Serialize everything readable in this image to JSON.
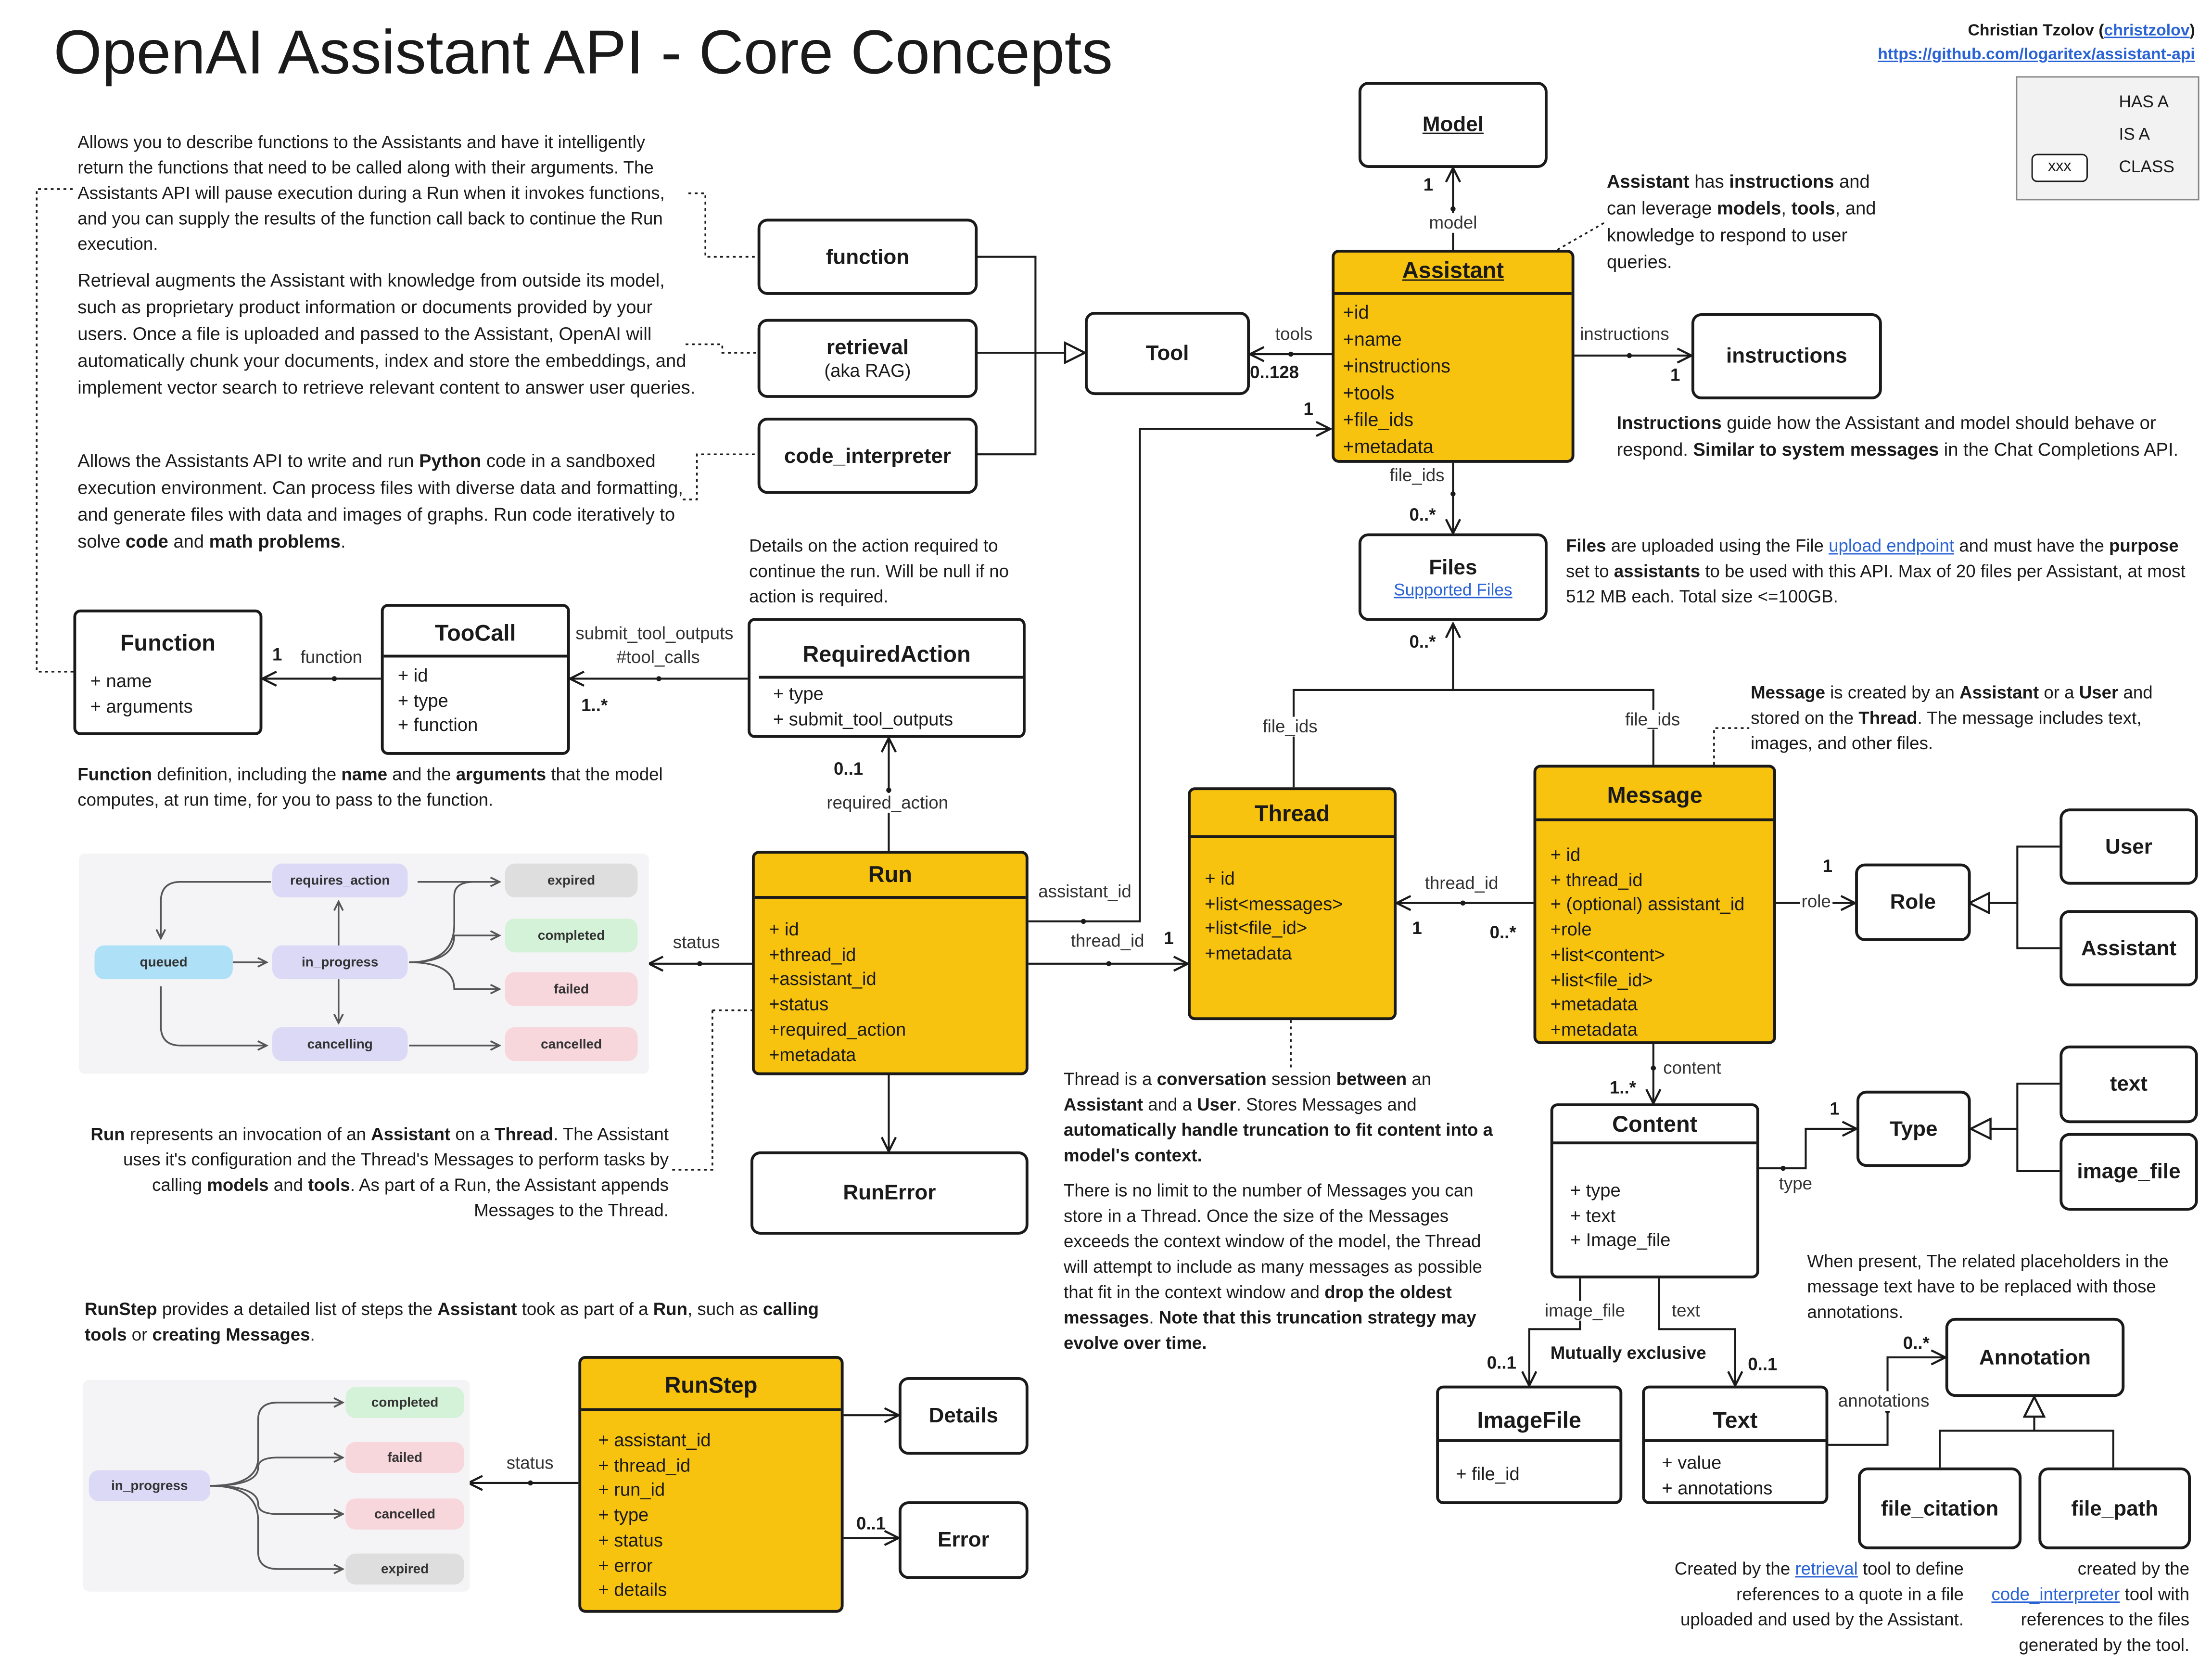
{
  "title": "OpenAI Assistant API - Core Concepts",
  "author": {
    "name": "Christian Tzolov",
    "handle": "christzolov",
    "url": "https://github.com/logaritex/assistant-api"
  },
  "legend": {
    "has_a": "HAS A",
    "is_a": "IS A",
    "class_sample": "xxx",
    "class": "CLASS"
  },
  "desc": {
    "function_tool": "Allows you to describe functions to the Assistants and have it intelligently return the functions that need to be called along with their arguments. The Assistants API will pause execution during a Run when it invokes functions, and you can supply the results of the function call back to continue the Run execution.",
    "retrieval": "Retrieval augments the Assistant with knowledge from outside its model, such as proprietary product information or documents provided by your users. Once a file is uploaded and passed to the Assistant, OpenAI will automatically chunk your documents, index and store the embeddings, and implement vector search to retrieve relevant content to answer user queries.",
    "code_interp_1": "Allows the Assistants API to write and run ",
    "code_interp_python": "Python",
    "code_interp_2": " code in a sandboxed execution environment. Can process files with diverse data and formatting, and generate files with data and images of graphs. Run code iteratively to solve ",
    "code_interp_code": "code",
    "code_interp_and": " and ",
    "code_interp_math": "math problems",
    "code_interp_end": ".",
    "function_def_b1": "Function",
    "function_def_1": " definition, including the ",
    "function_def_b2": "name",
    "function_def_2": " and the ",
    "function_def_b3": "arguments",
    "function_def_3": " that the model computes, at run time, for you to pass to the function.",
    "required_action": "Details on the action required to continue the run. Will be null if no action is required.",
    "assistant_b1": "Assistant",
    "assistant_1": " has ",
    "assistant_b2": "instructions",
    "assistant_2": " and can leverage ",
    "assistant_b3": "models",
    "assistant_3": ", ",
    "assistant_b4": "tools",
    "assistant_4": ", and knowledge to respond to user queries.",
    "instructions_b1": "Instructions",
    "instructions_1": " guide how the Assistant and model should behave or respond. ",
    "instructions_b2": "Similar to system messages",
    "instructions_2": " in the Chat Completions API.",
    "files_b1": "Files",
    "files_1": " are uploaded using the File ",
    "files_link": "upload endpoint",
    "files_2": " and must have the ",
    "files_b2": "purpose",
    "files_3": " set to ",
    "files_b3": "assistants",
    "files_4": " to be used with this API. Max of 20 files per Assistant, at most 512 MB each. Total size <=100GB.",
    "message_b1": "Message",
    "message_1": " is created by an ",
    "message_b2": "Assistant",
    "message_2": " or a ",
    "message_b3": "User",
    "message_3": " and stored on the ",
    "message_b4": "Thread",
    "message_4": ". The message includes text, images, and other files.",
    "run_b1": "Run",
    "run_1": " represents an invocation of an ",
    "run_b2": "Assistant",
    "run_2": " on a ",
    "run_b3": "Thread",
    "run_3": ". The Assistant uses it's configuration and the Thread's Messages to perform tasks by calling ",
    "run_b4": "models",
    "run_4": " and ",
    "run_b5": "tools",
    "run_5": ". As part of a Run, the Assistant appends Messages to the Thread.",
    "thread_1": "Thread is a ",
    "thread_b1": "conversation",
    "thread_2": " session ",
    "thread_b2": "between",
    "thread_3": " an ",
    "thread_b3": "Assistant",
    "thread_4": " and a ",
    "thread_b4": "User",
    "thread_5": ". Stores Messages and ",
    "thread_b5": "automatically handle truncation to fit content into a model's context.",
    "thread_limit_1": "There is no limit to the number of Messages you can store in a Thread. Once the size of the Messages exceeds the context window of the model, the Thread will attempt to include as many messages as possible that fit in the context window and ",
    "thread_limit_b1": "drop the oldest messages",
    "thread_limit_2": ". ",
    "thread_limit_b2": "Note that this truncation strategy may evolve over time.",
    "runstep_b1": "RunStep",
    "runstep_1": " provides a detailed list of steps the ",
    "runstep_b2": "Assistant",
    "runstep_2": " took as part of a ",
    "runstep_b3": "Run",
    "runstep_3": ", such as ",
    "runstep_b4": "calling tools",
    "runstep_4": " or ",
    "runstep_b5": "creating Messages",
    "runstep_5": ".",
    "annotation": "When present, The related placeholders in the message text have to be replaced with those annotations.",
    "file_citation_1": "Created by the ",
    "file_citation_link": "retrieval",
    "file_citation_2": " tool to define references to a quote in a file uploaded and used by the Assistant.",
    "file_path_1": "created by the ",
    "file_path_link": "code_interpreter",
    "file_path_2": " tool with references to the files generated by the tool."
  },
  "boxes": {
    "model": "Model",
    "function": "function",
    "retrieval": "retrieval",
    "retrieval_sub": "(aka RAG)",
    "code_interpreter": "code_interpreter",
    "tool": "Tool",
    "instructions": "instructions",
    "files": "Files",
    "files_link": "Supported Files",
    "run_error": "RunError",
    "user": "User",
    "assistant": "Assistant",
    "role": "Role",
    "text": "text",
    "image_file": "image_file",
    "type": "Type",
    "annotation": "Annotation",
    "file_citation": "file_citation",
    "file_path": "file_path",
    "details": "Details",
    "error": "Error"
  },
  "classes": {
    "assistant": {
      "name": "Assistant",
      "fields": [
        "+id",
        "+name",
        "+instructions",
        "+tools",
        "+file_ids",
        "+metadata"
      ]
    },
    "function": {
      "name": "Function",
      "fields": [
        "+ name",
        "+ arguments"
      ]
    },
    "toocall": {
      "name": "TooCall",
      "fields": [
        "+ id",
        "+ type",
        "+ function"
      ]
    },
    "required_action": {
      "name": "RequiredAction",
      "fields": [
        "+ type",
        "+ submit_tool_outputs"
      ]
    },
    "run": {
      "name": "Run",
      "fields": [
        "+ id",
        "+thread_id",
        "+assistant_id",
        "+status",
        "+required_action",
        "+metadata"
      ]
    },
    "thread": {
      "name": "Thread",
      "fields": [
        "+ id",
        "+list<messages>",
        "+list<file_id>",
        "+metadata"
      ]
    },
    "message": {
      "name": "Message",
      "fields": [
        "+ id",
        "+ thread_id",
        "+ (optional) assistant_id",
        "+role",
        "+list<content>",
        "+list<file_id>",
        "+metadata",
        "+metadata"
      ]
    },
    "content": {
      "name": "Content",
      "fields": [
        "+ type",
        "+ text",
        "+ Image_file"
      ]
    },
    "image_file": {
      "name": "ImageFile",
      "fields": [
        "+ file_id"
      ]
    },
    "text": {
      "name": "Text",
      "fields": [
        "+ value",
        "+ annotations"
      ]
    },
    "runstep": {
      "name": "RunStep",
      "fields": [
        "+ assistant_id",
        "+ thread_id",
        "+ run_id",
        "+ type",
        "+ status",
        "+ error",
        "+ details"
      ]
    }
  },
  "labels": {
    "model": "model",
    "tools": "tools",
    "instructions": "instructions",
    "file_ids_a": "file_ids",
    "file_ids_t": "file_ids",
    "file_ids_m": "file_ids",
    "function": "function",
    "submit_tool_outputs": "submit_tool_outputs",
    "tool_calls": "#tool_calls",
    "required_action": "required_action",
    "assistant_id": "assistant_id",
    "thread_id_run": "thread_id",
    "thread_id_msg": "thread_id",
    "status_run": "status",
    "status_step": "status",
    "role": "role",
    "content": "content",
    "type": "type",
    "image_file": "image_file",
    "text": "text",
    "mutually_exclusive": "Mutually exclusive",
    "annotations": "annotations"
  },
  "mult": {
    "model": "1",
    "tools": "0..128",
    "assistant_run": "1",
    "instructions": "1",
    "files_a": "0..*",
    "files_b": "0..*",
    "function": "1",
    "toocall": "1..*",
    "required_action": "0..1",
    "thread_run": "1",
    "thread_msg": "1",
    "msg_thread": "0..*",
    "role": "1",
    "content": "1..*",
    "type": "1",
    "image_file": "0..1",
    "text": "0..1",
    "annotation": "0..*",
    "error": "0..1"
  },
  "run_states": {
    "queued": "queued",
    "requires_action": "requires_action",
    "in_progress": "in_progress",
    "cancelling": "cancelling",
    "expired": "expired",
    "completed": "completed",
    "failed": "failed",
    "cancelled": "cancelled"
  },
  "step_states": {
    "in_progress": "in_progress",
    "completed": "completed",
    "failed": "failed",
    "cancelled": "cancelled",
    "expired": "expired"
  },
  "colors": {
    "class_fill": "#f8c30f",
    "queued": "#aee0f7",
    "in_progress": "#dcd9f7",
    "expired": "#dedede",
    "completed": "#d4f2d8",
    "failed": "#f7d6dc",
    "link": "#2a63d6"
  }
}
